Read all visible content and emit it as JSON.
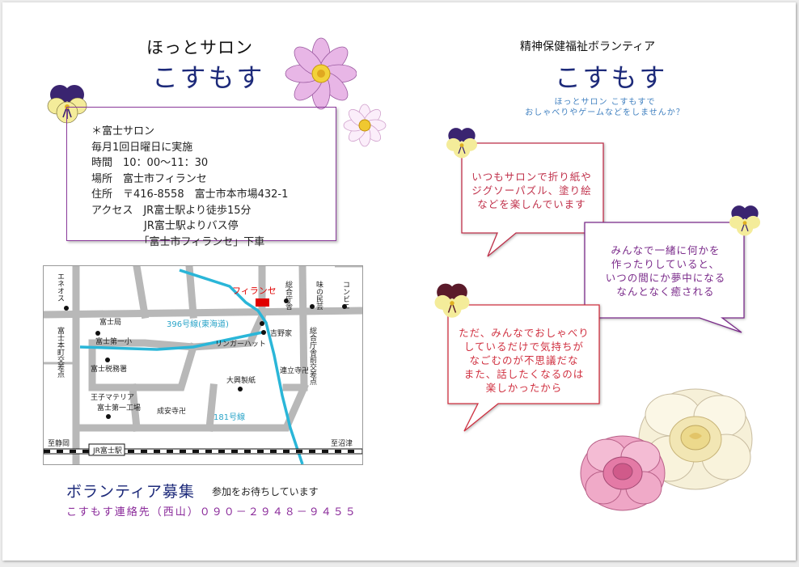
{
  "left": {
    "subtitle": "ほっとサロン",
    "title": "こすもす",
    "info_lines": [
      "＊富士サロン",
      "毎月1回日曜日に実施",
      "時間　10：00～11：30",
      "場所　富士市フィランセ",
      "住所　〒416-8558　富士市本市場432-1",
      "アクセス　JR富士駅より徒歩15分",
      "　　　　　JR富士駅よりバス停",
      "　　　　　「富士市フィランセ」下車"
    ],
    "map": {
      "target": "フィランセ",
      "labels": {
        "eneos": "エネオス",
        "fuji_honmachi": "富士本町交差点",
        "fujikyoku": "富士局",
        "fuji_daiichi_sho": "富士第一小",
        "zeimusho": "富士税務署",
        "oji": "王子マテリア",
        "oji2": "富士第一工場",
        "jokyo": "成安寺卍",
        "route396": "396号線(東海道)",
        "ringer": "リンガーハット",
        "yoshinoya": "吉野家",
        "sogo": "総合庁舎",
        "aji": "味の民芸",
        "conv": "コンビニ",
        "sogo_mae": "総合庁舎前交差点",
        "renritsu": "連立寺卍",
        "daiko": "大興製紙",
        "route181": "181号線",
        "shizuoka": "至静岡",
        "jr_fuji": "JR富士駅",
        "numazu": "至沼津"
      }
    },
    "recruit": "ボランティア募集",
    "recruit_sub": "参加をお待ちしています",
    "contact": "こすもす連絡先（西山）０９０－２９４８－９４５５"
  },
  "right": {
    "subtitle": "精神保健福祉ボランティア",
    "title": "こすもす",
    "intro": [
      "ほっとサロン こすもすで",
      "おしゃべりやゲームなどをしませんか？"
    ],
    "bubbles": [
      {
        "lines": [
          "いつもサロンで折り紙や",
          "ジグソーパズル、塗り絵",
          "などを楽しんでいます"
        ],
        "color": "#c0304a"
      },
      {
        "lines": [
          "みんなで一緒に何かを",
          "作ったりしていると、",
          "いつの間にか夢中になる",
          "なんとなく癒される"
        ],
        "color": "#7a2a8a"
      },
      {
        "lines": [
          "ただ、みんなでおしゃべり",
          "しているだけで気持ちが",
          "なごむのが不思議だな",
          "また、話したくなるのは",
          "楽しかったから"
        ],
        "color": "#d03040"
      }
    ]
  },
  "colors": {
    "title_navy": "#1d2a7a",
    "frame_purple": "#8a3a9a",
    "road_gray": "#b8b8b8",
    "river_cyan": "#2ab6d8",
    "target_red": "#e00000"
  }
}
